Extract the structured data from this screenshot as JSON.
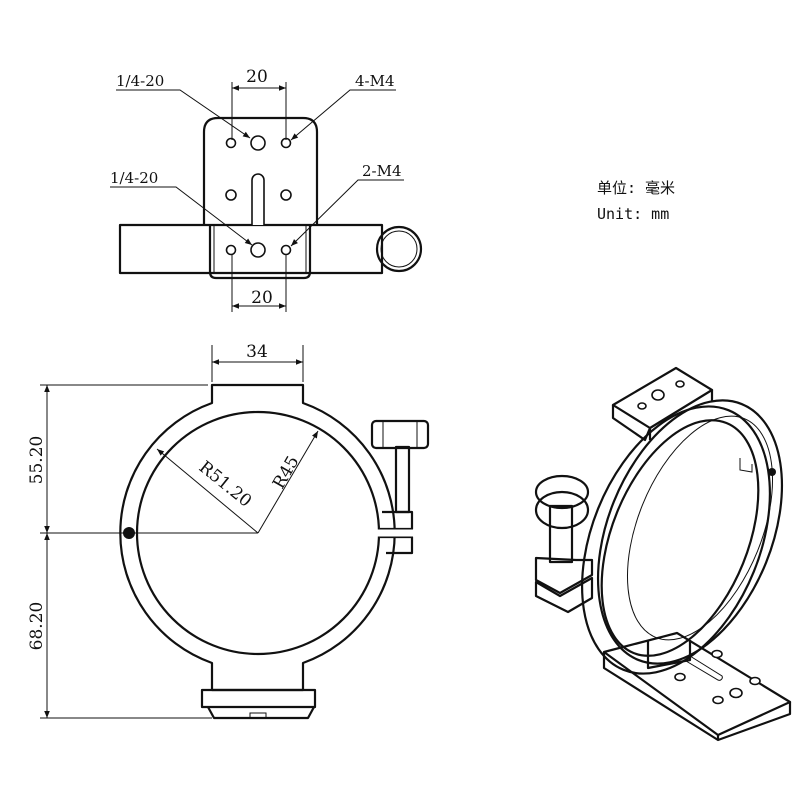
{
  "top_view": {
    "callouts": [
      "1/4-20",
      "4-M4",
      "1/4-20",
      "2-M4"
    ],
    "dim_top": "20",
    "dim_bottom": "20"
  },
  "units": {
    "cn": "单位: 毫米",
    "en": "Unit: mm"
  },
  "front_view": {
    "dim_width": "34",
    "dim_upper": "55.20",
    "dim_lower": "68.20",
    "outer_radius": "R51.20",
    "inner_radius": "R45"
  }
}
